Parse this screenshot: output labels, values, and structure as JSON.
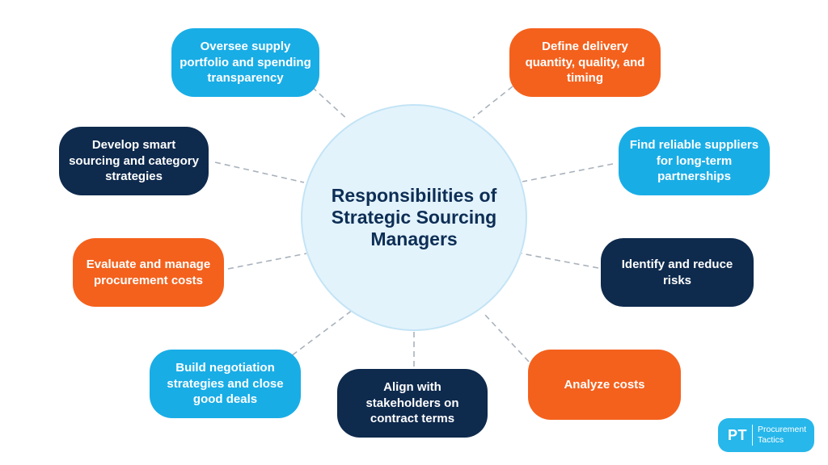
{
  "title": "Responsibilities of Strategic Sourcing Managers",
  "colors": {
    "cyan": "#19ADE6",
    "orange": "#F4611D",
    "navy": "#0E2A4D",
    "circle_fill": "#E3F3FC",
    "circle_border": "#C3E4F5",
    "connector": "#A8B2BC",
    "title_text": "#0D2E55",
    "logo_bg": "#27B7EA"
  },
  "boxes": [
    {
      "label": "Oversee supply portfolio and spending transparency",
      "color": "cyan"
    },
    {
      "label": "Define delivery quantity, quality, and timing",
      "color": "orange"
    },
    {
      "label": "Develop smart sourcing and category strategies",
      "color": "navy"
    },
    {
      "label": "Find reliable suppliers for long-term partnerships",
      "color": "cyan"
    },
    {
      "label": "Evaluate and manage procurement costs",
      "color": "orange"
    },
    {
      "label": "Identify and reduce risks",
      "color": "navy"
    },
    {
      "label": "Build negotiation strategies and close good deals",
      "color": "cyan"
    },
    {
      "label": "Align with stakeholders on contract terms",
      "color": "navy"
    },
    {
      "label": "Analyze costs",
      "color": "orange"
    }
  ],
  "logo": {
    "initials": "PT",
    "name_line1": "Procurement",
    "name_line2": "Tactics"
  }
}
